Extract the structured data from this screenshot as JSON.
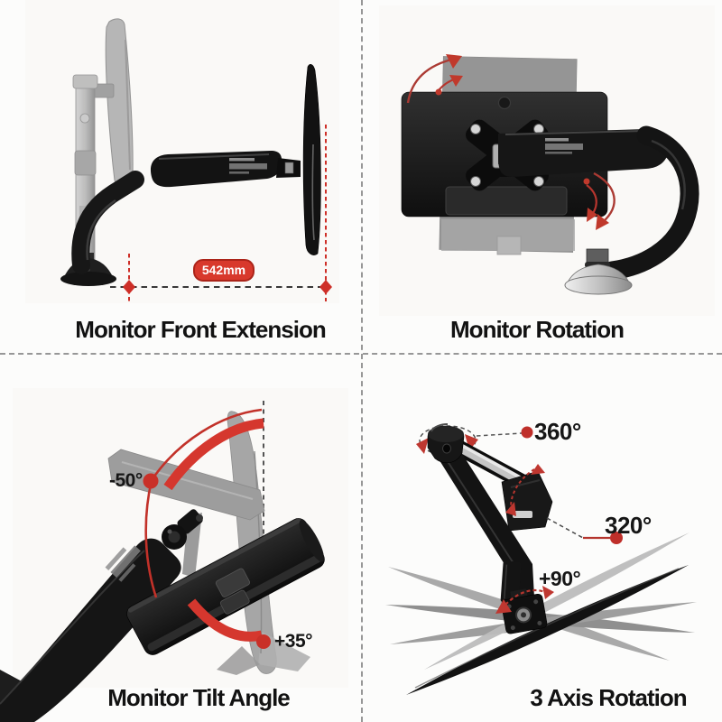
{
  "colors": {
    "accent_red": "#ce2f28",
    "badge_red": "#d8392c",
    "title_black": "#121212",
    "ghost_gray": "#a6a6a6",
    "divider_gray": "#979797"
  },
  "quadrants": {
    "front_extension": {
      "title": "Monitor Front Extension",
      "measurement_badge": "542mm"
    },
    "rotation": {
      "title": "Monitor Rotation"
    },
    "tilt_angle": {
      "title": "Monitor Tilt Angle",
      "tilt_back_label": "-50°",
      "tilt_forward_label": "+35°"
    },
    "three_axis": {
      "title": "3 Axis Rotation",
      "swivel_label": "360°",
      "arm_rotation_label": "320°",
      "pivot_label": "+90°"
    }
  }
}
